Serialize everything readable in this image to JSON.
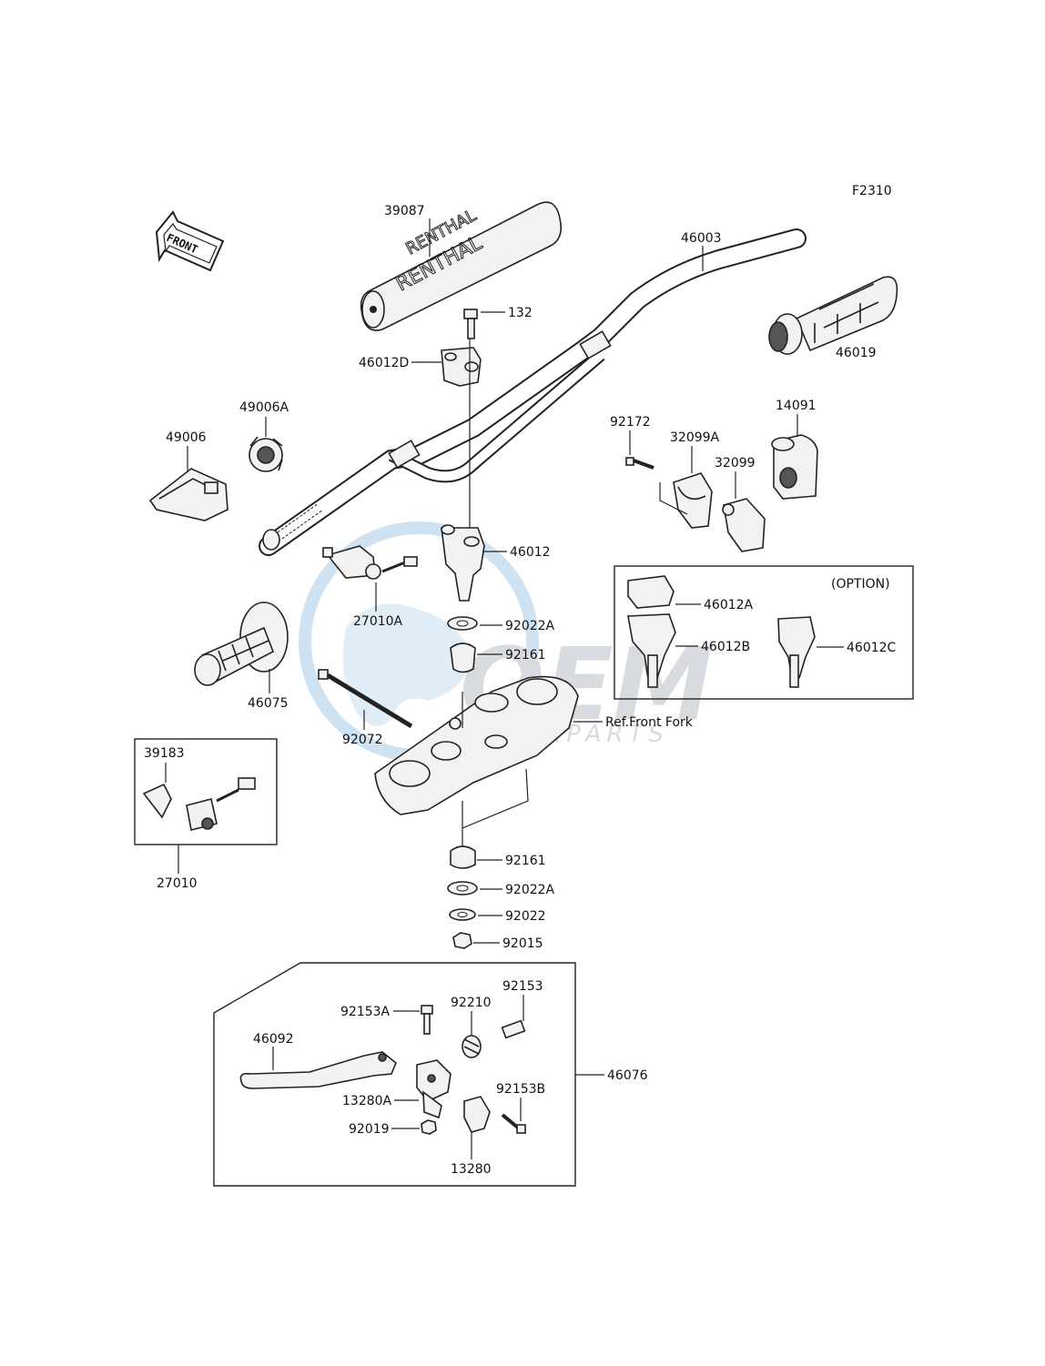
{
  "diagram_code": "F2310",
  "front_label": "FRONT",
  "watermark": {
    "brand": "OEM",
    "subtitle": "MOTORPARTS",
    "colors": {
      "globe": "#a7cbe6",
      "text": "#9fa6ad"
    }
  },
  "option_label": "(OPTION)",
  "ref_label": "Ref.Front Fork",
  "parts": {
    "p39087": "39087",
    "p46003": "46003",
    "p132": "132",
    "p46012D": "46012D",
    "p46019": "46019",
    "p49006A": "49006A",
    "p49006": "49006",
    "p92172": "92172",
    "p32099A": "32099A",
    "p14091": "14091",
    "p32099": "32099",
    "p46012": "46012",
    "p27010A": "27010A",
    "p92022A_top": "92022A",
    "p92161_top": "92161",
    "p46075": "46075",
    "p92072": "92072",
    "p39183": "39183",
    "p27010": "27010",
    "p46012A": "46012A",
    "p46012B": "46012B",
    "p46012C": "46012C",
    "p92161_bot": "92161",
    "p92022A_bot": "92022A",
    "p92022": "92022",
    "p92015": "92015",
    "p92153": "92153",
    "p92153A": "92153A",
    "p92210": "92210",
    "p46092": "46092",
    "p46076": "46076",
    "p13280A": "13280A",
    "p92153B": "92153B",
    "p92019": "92019",
    "p13280": "13280"
  }
}
